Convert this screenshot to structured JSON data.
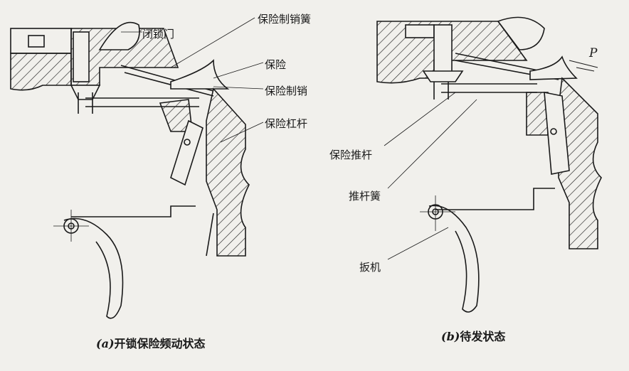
{
  "labels": {
    "bolt_gate": "闭锁门",
    "safety_pin_spring": "保险制销簧",
    "safety": "保险",
    "safety_pin": "保险制销",
    "safety_lever": "保险杠杆",
    "force": "P",
    "safety_push_rod": "保险推杆",
    "push_rod_spring": "推杆簧",
    "trigger": "扳机"
  },
  "captions": {
    "a_mark": "(a)",
    "a_text": "开锁保险频动状态",
    "b_mark": "(b)",
    "b_text": "待发状态"
  }
}
